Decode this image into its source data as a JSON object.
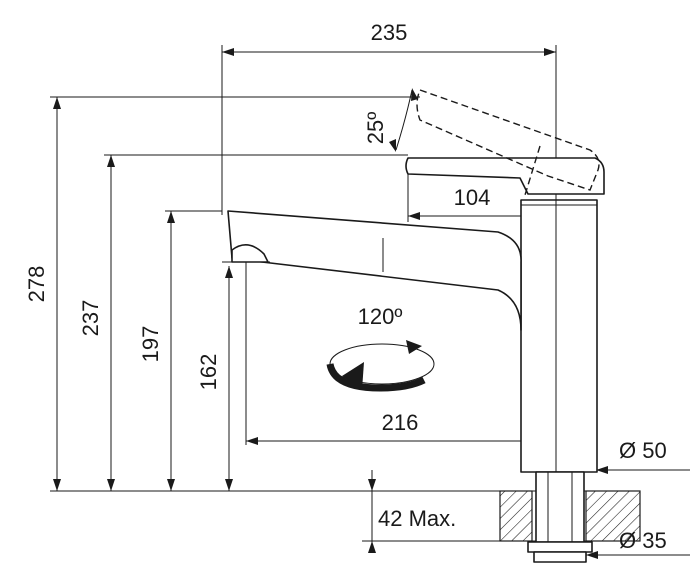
{
  "dimensions": {
    "width_total": "235",
    "lever_angle": "25º",
    "lever_length": "104",
    "height_278": "278",
    "height_237": "237",
    "height_197": "197",
    "height_162": "162",
    "rotation": "120º",
    "reach": "216",
    "mount_depth": "42 Max.",
    "body_diameter": "Ø 50",
    "shank_diameter": "Ø 35"
  },
  "colors": {
    "line": "#1a1a1a",
    "background": "#ffffff"
  }
}
